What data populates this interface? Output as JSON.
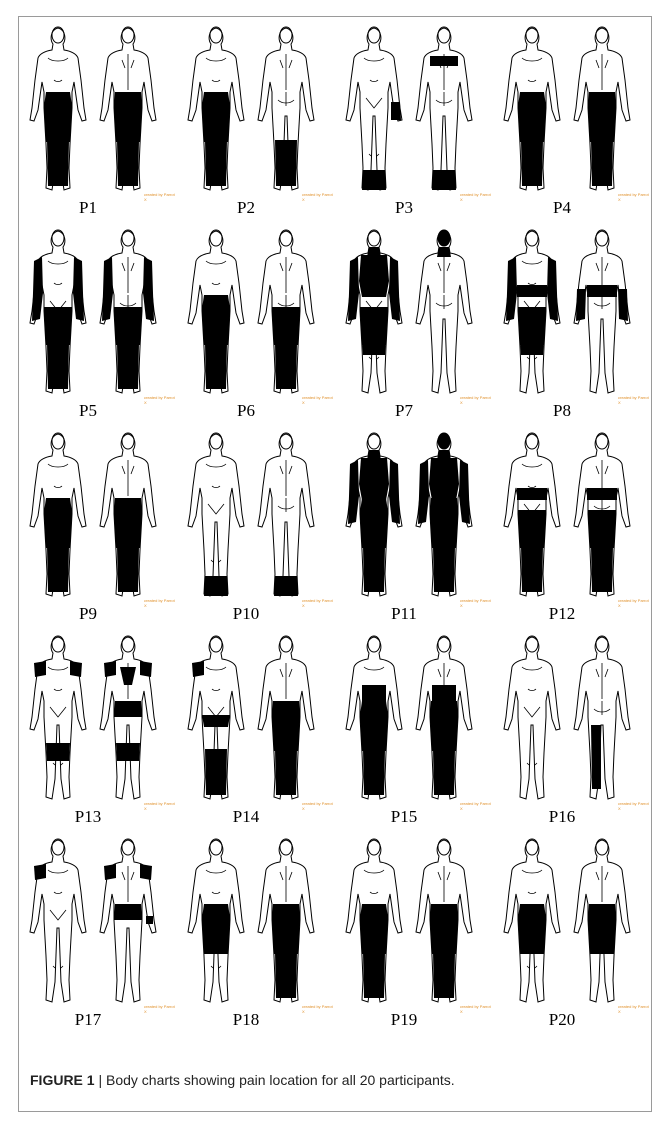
{
  "figure": {
    "label": "FIGURE 1",
    "separator": " | ",
    "caption": "Body charts showing pain location for all 20 participants.",
    "credit": "created by Parrot X",
    "pain_color": "#000000",
    "outline_color": "#000000"
  },
  "participants": [
    {
      "id": "P1",
      "front": [
        "pelvis",
        "thighs",
        "legs"
      ],
      "back": [
        "buttocks",
        "thighs",
        "legs"
      ]
    },
    {
      "id": "P2",
      "front": [
        "pelvis",
        "thighs",
        "legs"
      ],
      "back": [
        "legs"
      ]
    },
    {
      "id": "P3",
      "front": [
        "left-hand",
        "feet"
      ],
      "back": [
        "chest-band",
        "feet"
      ]
    },
    {
      "id": "P4",
      "front": [
        "pelvis",
        "thighs",
        "legs"
      ],
      "back": [
        "buttocks",
        "thighs",
        "legs"
      ]
    },
    {
      "id": "P5",
      "front": [
        "arms",
        "thighs",
        "legs"
      ],
      "back": [
        "arms",
        "thighs",
        "legs"
      ]
    },
    {
      "id": "P6",
      "front": [
        "pelvis",
        "thighs",
        "legs"
      ],
      "back": [
        "thighs",
        "legs"
      ]
    },
    {
      "id": "P7",
      "front": [
        "neck",
        "torso",
        "arms",
        "thighs",
        "knees"
      ],
      "back": [
        "neck"
      ]
    },
    {
      "id": "P8",
      "front": [
        "waist-band",
        "thighs",
        "knees",
        "arms"
      ],
      "back": [
        "waist-band",
        "forearms"
      ]
    },
    {
      "id": "P9",
      "front": [
        "pelvis",
        "thighs",
        "legs"
      ],
      "back": [
        "buttocks",
        "thighs",
        "legs"
      ]
    },
    {
      "id": "P10",
      "front": [
        "feet"
      ],
      "back": [
        "feet"
      ]
    },
    {
      "id": "P11",
      "front": [
        "neck",
        "torso",
        "arms",
        "pelvis",
        "thighs",
        "legs"
      ],
      "back": [
        "neck",
        "torso",
        "arms",
        "buttocks",
        "thighs",
        "legs"
      ]
    },
    {
      "id": "P12",
      "front": [
        "waist-band",
        "thighs",
        "legs"
      ],
      "back": [
        "waist-band",
        "thighs",
        "legs"
      ]
    },
    {
      "id": "P13",
      "front": [
        "shoulders",
        "knees"
      ],
      "back": [
        "upper-back",
        "shoulders",
        "buttocks",
        "knees"
      ]
    },
    {
      "id": "P14",
      "front": [
        "right-shoulder",
        "thigh-band",
        "legs"
      ],
      "back": [
        "buttocks",
        "thighs",
        "legs"
      ]
    },
    {
      "id": "P15",
      "front": [
        "abdomen",
        "pelvis",
        "thighs",
        "legs"
      ],
      "back": [
        "lower-back",
        "buttocks",
        "thighs",
        "legs"
      ]
    },
    {
      "id": "P16",
      "front": [],
      "back": [
        "right-leg"
      ]
    },
    {
      "id": "P17",
      "front": [
        "right-shoulder"
      ],
      "back": [
        "shoulders",
        "buttocks",
        "left-wrist"
      ]
    },
    {
      "id": "P18",
      "front": [
        "pelvis",
        "thighs"
      ],
      "back": [
        "buttocks",
        "thighs",
        "legs"
      ]
    },
    {
      "id": "P19",
      "front": [
        "pelvis",
        "thighs",
        "legs"
      ],
      "back": [
        "buttocks",
        "thighs",
        "legs"
      ]
    },
    {
      "id": "P20",
      "front": [
        "pelvis",
        "thighs"
      ],
      "back": [
        "buttocks",
        "thighs"
      ]
    }
  ]
}
